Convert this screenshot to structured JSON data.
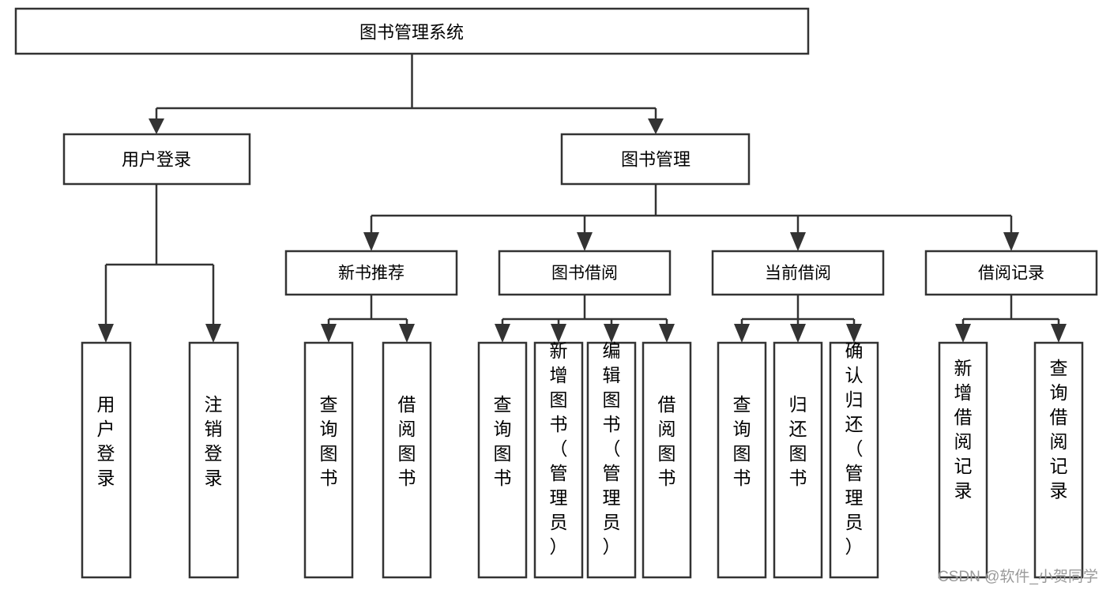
{
  "diagram": {
    "title": "图书管理系统",
    "type": "tree-hierarchy",
    "orientation": "top-down",
    "colors": {
      "box_stroke": "#333333",
      "box_fill": "#ffffff",
      "connector": "#333333",
      "text": "#000000",
      "watermark": "#9a9a9a",
      "background": "#ffffff"
    }
  },
  "root": {
    "label": "图书管理系统"
  },
  "level1": [
    {
      "id": "user-login",
      "label": "用户登录"
    },
    {
      "id": "book-management",
      "label": "图书管理"
    }
  ],
  "level2": [
    {
      "id": "new-book-recommend",
      "label": "新书推荐",
      "parent": "book-management"
    },
    {
      "id": "book-borrow",
      "label": "图书借阅",
      "parent": "book-management"
    },
    {
      "id": "current-borrow",
      "label": "当前借阅",
      "parent": "book-management"
    },
    {
      "id": "borrow-record",
      "label": "借阅记录",
      "parent": "book-management"
    }
  ],
  "leaves": [
    {
      "id": "leaf-user-login",
      "label": "用户登录",
      "parent": "user-login"
    },
    {
      "id": "leaf-logout-login",
      "label": "注销登录",
      "parent": "user-login"
    },
    {
      "id": "leaf-query-book-1",
      "label": "查询图书",
      "parent": "new-book-recommend"
    },
    {
      "id": "leaf-borrow-book-1",
      "label": "借阅图书",
      "parent": "new-book-recommend"
    },
    {
      "id": "leaf-query-book-2",
      "label": "查询图书",
      "parent": "book-borrow"
    },
    {
      "id": "leaf-add-book",
      "label": "新增图书（管理员）",
      "parent": "book-borrow"
    },
    {
      "id": "leaf-edit-book",
      "label": "编辑图书（管理员）",
      "parent": "book-borrow"
    },
    {
      "id": "leaf-borrow-book-2",
      "label": "借阅图书",
      "parent": "book-borrow"
    },
    {
      "id": "leaf-query-book-3",
      "label": "查询图书",
      "parent": "current-borrow"
    },
    {
      "id": "leaf-return-book",
      "label": "归还图书",
      "parent": "current-borrow"
    },
    {
      "id": "leaf-confirm-return",
      "label": "确认归还（管理员）",
      "parent": "current-borrow"
    },
    {
      "id": "leaf-add-record",
      "label": "新增借阅记录",
      "parent": "borrow-record"
    },
    {
      "id": "leaf-query-record",
      "label": "查询借阅记录",
      "parent": "borrow-record"
    }
  ],
  "watermark": {
    "text": "CSDN @软件_小贺同学"
  }
}
